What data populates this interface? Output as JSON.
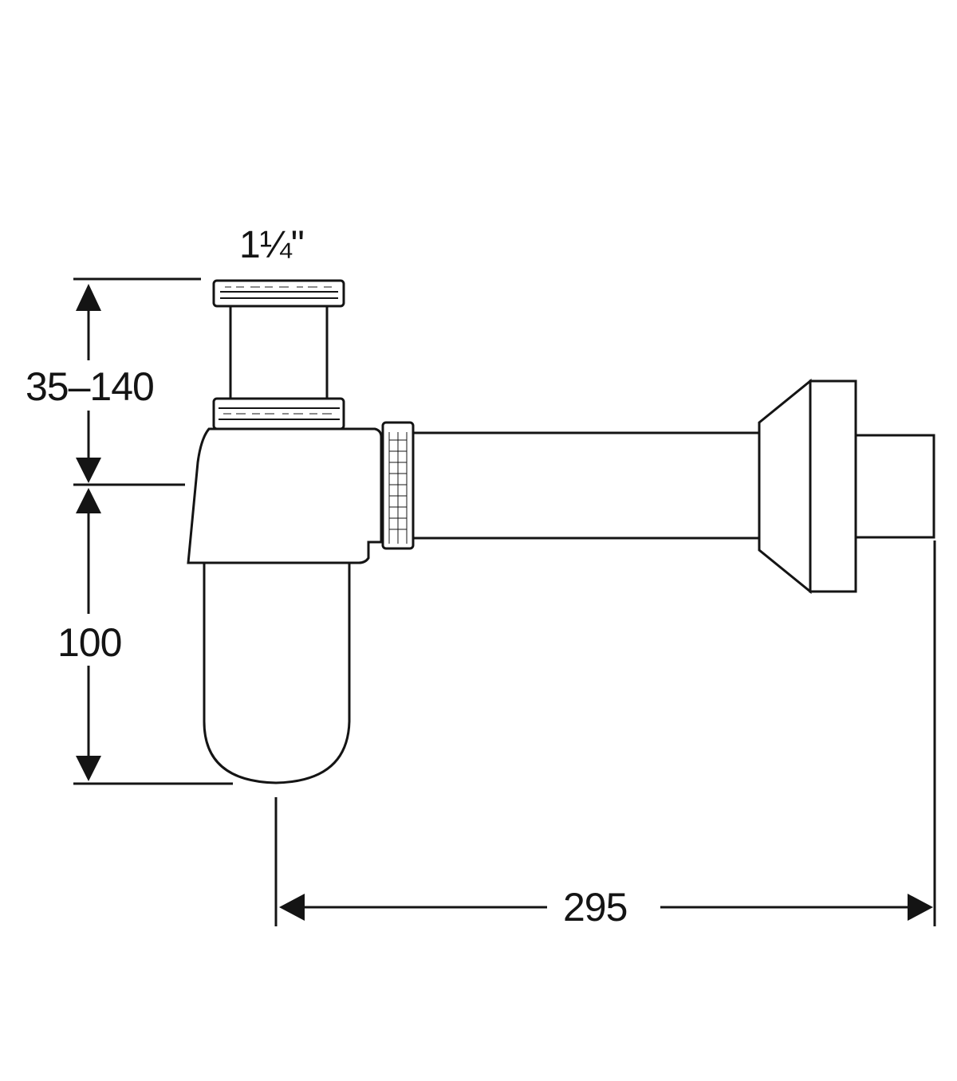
{
  "diagram": {
    "labels": {
      "thread_size": "1¼\"",
      "height_adjustable": "35–140",
      "trap_height": "100",
      "projection": "295"
    }
  }
}
